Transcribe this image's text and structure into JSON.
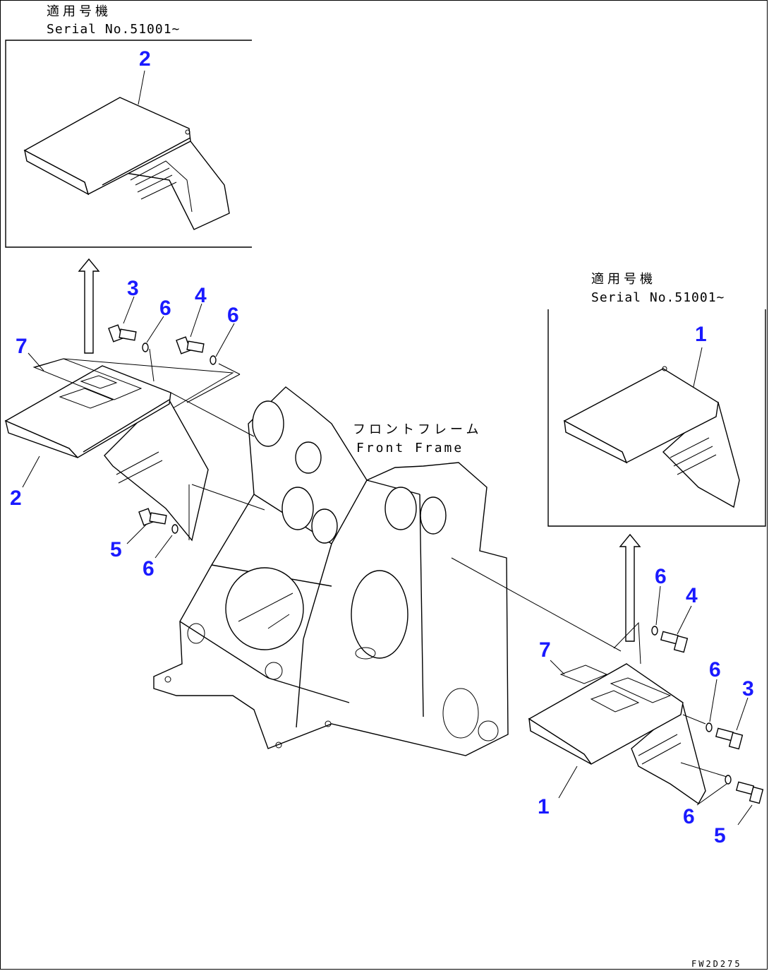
{
  "inset_left": {
    "applicability_jp": "適用号機",
    "serial": "Serial No.51001~",
    "part_number": "2"
  },
  "inset_right": {
    "applicability_jp": "適用号機",
    "serial": "Serial No.51001~",
    "part_number": "1"
  },
  "frame_label": {
    "jp": "フロントフレーム",
    "en": "Front Frame"
  },
  "callouts_left": {
    "p3": "3",
    "p6a": "6",
    "p4": "4",
    "p6b": "6",
    "p7": "7",
    "p2": "2",
    "p5": "5",
    "p6c": "6"
  },
  "callouts_right": {
    "p6a": "6",
    "p4": "4",
    "p7": "7",
    "p6b": "6",
    "p3": "3",
    "p1": "1",
    "p6c": "6",
    "p5": "5"
  },
  "figure_code": "FW2D275",
  "colors": {
    "callout": "#1a1aff",
    "line": "#000000"
  }
}
